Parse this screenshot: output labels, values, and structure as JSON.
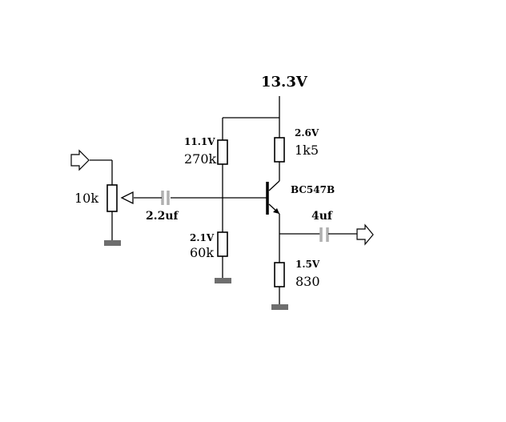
{
  "supply": {
    "voltage": "13.3V"
  },
  "r_top": {
    "voltage": "11.1V",
    "value": "270k"
  },
  "r_bottom": {
    "voltage": "2.1V",
    "value": "60k"
  },
  "r_collector": {
    "voltage": "2.6V",
    "value": "1k5"
  },
  "r_emitter": {
    "voltage": "1.5V",
    "value": "830"
  },
  "transistor": {
    "part": "BC547B"
  },
  "pot": {
    "value": "10k"
  },
  "cap_in": {
    "value": "2.2uf"
  },
  "cap_out": {
    "value": "4uf"
  },
  "colors": {
    "line": "#000000",
    "capacitor": "#b0b0b0",
    "ground": "#6e6e6e"
  }
}
